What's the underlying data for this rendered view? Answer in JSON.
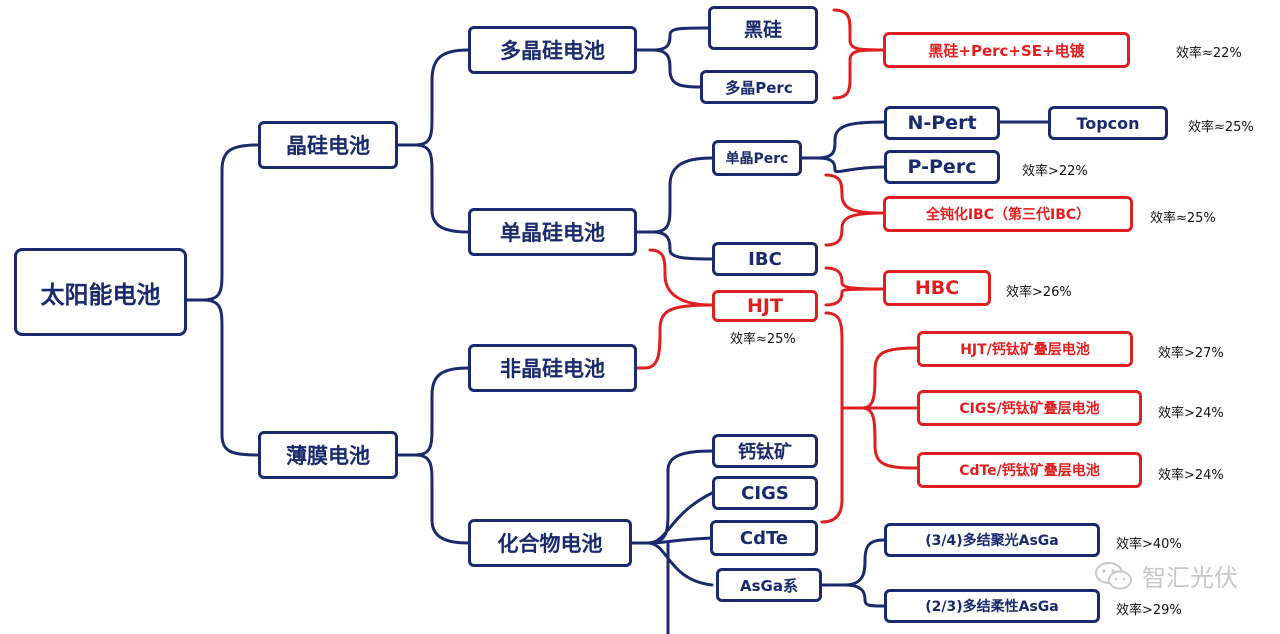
{
  "nodes": {
    "root": "太阳能电池",
    "cryst": "晶硅电池",
    "thin": "薄膜电池",
    "poly": "多晶硅电池",
    "mono": "单晶硅电池",
    "amor": "非晶硅电池",
    "comp": "化合物电池",
    "black": "黑硅",
    "polyperc": "多晶Perc",
    "monoperc": "单晶Perc",
    "ibc": "IBC",
    "hjt": "HJT",
    "perov": "钙钛矿",
    "cigs": "CIGS",
    "cdte": "CdTe",
    "asga": "AsGa系",
    "blackcombo": "黑硅+Perc+SE+电镀",
    "npert": "N-Pert",
    "topcon": "Topcon",
    "pperc": "P-Perc",
    "ibc3": "全钝化IBC（第三代IBC）",
    "hbc": "HBC",
    "hjtperov": "HJT/钙钛矿叠层电池",
    "cigsperov": "CIGS/钙钛矿叠层电池",
    "cdteperov": "CdTe/钙钛矿叠层电池",
    "asga34": "(3/4)多结聚光AsGa",
    "asga23": "(2/3)多结柔性AsGa"
  },
  "efficiency": {
    "blackcombo": "效率≈22%",
    "topcon": "效率≈25%",
    "pperc": "效率>22%",
    "ibc3": "效率≈25%",
    "hbc": "效率>26%",
    "hjt": "效率≈25%",
    "hjtperov": "效率>27%",
    "cigsperov": "效率>24%",
    "cdteperov": "效率>24%",
    "asga34": "效率>40%",
    "asga23": "效率>29%"
  },
  "watermark": {
    "text": "智汇光伏",
    "icon": "wechat-icon"
  },
  "colors": {
    "blue": "#1a2a6c",
    "red": "#e02020"
  }
}
